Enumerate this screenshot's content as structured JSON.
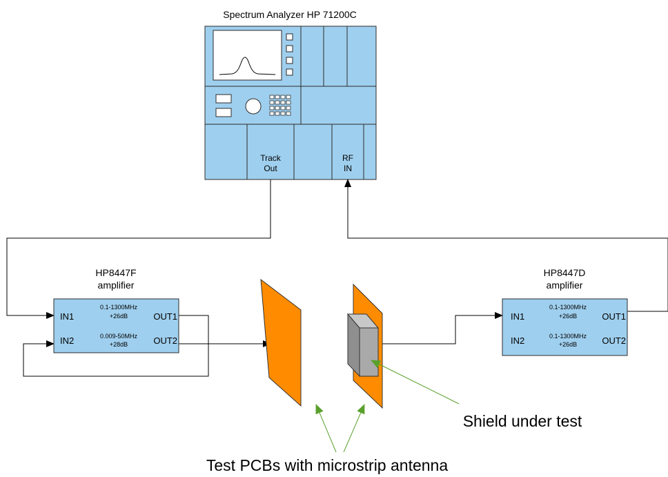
{
  "colors": {
    "box_fill": "#9fcfee",
    "box_stroke": "#2b2b2b",
    "pcb_fill": "#ff8c00",
    "shield_fill": "#a9a9a9",
    "callout_arrow": "#5aa02c",
    "line": "#000000"
  },
  "analyzer": {
    "title": "Spectrum Analyzer HP 71200C",
    "track_out": [
      "Track",
      "Out"
    ],
    "rf_in": [
      "RF",
      "IN"
    ]
  },
  "amp_left": {
    "title": [
      "HP8447F",
      "amplifier"
    ],
    "in1": "IN1",
    "in2": "IN2",
    "out1": "OUT1",
    "out2": "OUT2",
    "spec1": [
      "0.1-1300MHz",
      "+26dB"
    ],
    "spec2": [
      "0.009-50MHz",
      "+28dB"
    ]
  },
  "amp_right": {
    "title": [
      "HP8447D",
      "amplifier"
    ],
    "in1": "IN1",
    "in2": "IN2",
    "out1": "OUT1",
    "out2": "OUT2",
    "spec1": [
      "0.1-1300MHz",
      "+26dB"
    ],
    "spec2": [
      "0.1-1300MHz",
      "+26dB"
    ]
  },
  "labels": {
    "shield": "Shield under test",
    "pcbs": "Test PCBs with microstrip antenna"
  }
}
